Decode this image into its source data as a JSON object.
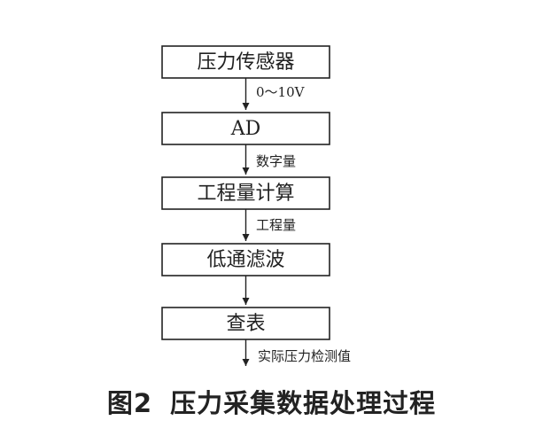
{
  "flow": {
    "steps": [
      {
        "label": "压力传感器"
      },
      {
        "label": "AD"
      },
      {
        "label": "工程量计算"
      },
      {
        "label": "低通滤波"
      },
      {
        "label": "查表"
      }
    ],
    "edges": [
      "0～10V",
      "数字量",
      "工程量",
      "",
      "实际压力检测值"
    ]
  },
  "caption": {
    "figure_number": "图2",
    "title": "压力采集数据处理过程"
  }
}
